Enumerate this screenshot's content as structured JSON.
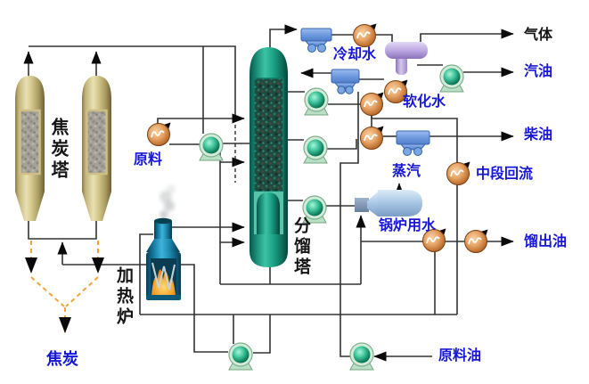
{
  "streams": {
    "gas": "气体",
    "gasoline": "汽油",
    "cooling_water": "冷却水",
    "softened_water": "软化水",
    "diesel": "柴油",
    "steam": "蒸汽",
    "middle_reflux": "中段回流",
    "boiler_feed_water": "锅炉用水",
    "distillate_oil": "馏出油",
    "raw_oil": "原料油",
    "feed": "原料",
    "coke": "焦炭"
  },
  "equipment": {
    "coke_tower": "焦炭塔",
    "fractionation_tower": "分馏塔",
    "heating_furnace": "加热炉"
  },
  "colors": {
    "label_blue": "#1717d8",
    "label_black": "#151515",
    "pipe_gray": "#333333",
    "coke_line_orange": "#f2a33c",
    "coke_tower_tan": "#d6c98e",
    "tower_teal": "#1ca188",
    "furnace_blue": "#1f94ba",
    "flame_orange": "#f6a72e",
    "cooler_blue": "#6b97dd",
    "exchanger_copper": "#d98f4f",
    "pump_green": "#2db890",
    "separator_purple": "#b8a3e0",
    "boiler_steel": "#abc9e6"
  }
}
